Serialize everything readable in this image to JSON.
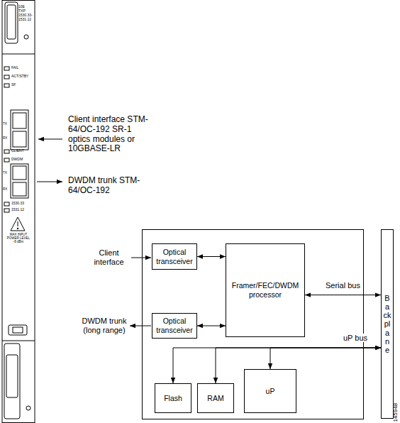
{
  "diagram": {
    "nodes": [
      {
        "text": [
          "Optical transceiver"
        ]
      },
      {
        "text": [
          "Framer/FEC/DWDM processor"
        ]
      },
      {
        "text": [
          "Optical transceiver"
        ]
      },
      {
        "text": [
          "Flash"
        ]
      },
      {
        "text": [
          "RAM"
        ]
      },
      {
        "text": [
          "uP"
        ]
      },
      {
        "text": [
          "Backplane"
        ]
      }
    ],
    "edges": [
      {
        "from": 0,
        "to": 1,
        "arrow": "both"
      },
      {
        "from": 2,
        "to": 1,
        "arrow": "both"
      },
      {
        "from": 1,
        "to": 6,
        "arrow": "both",
        "label": "Serial bus"
      },
      {
        "from": 6,
        "to": 3,
        "arrow": "both",
        "label": "uP bus"
      },
      {
        "from": 6,
        "to": 4,
        "arrow": "both"
      },
      {
        "from": 6,
        "to": 5,
        "arrow": "both"
      }
    ],
    "labels": [
      "10E",
      "TXP",
      "1530.33-",
      "1531.12",
      "FAIL",
      "ACT/STBY",
      "SF",
      "TX",
      "RX",
      "CLIENT",
      "DWDM",
      "TX",
      "RX",
      "1530.33",
      "1531.12",
      "MAX INPUT POWER LEVEL -8 dBm",
      "Client interface STM-64/OC-192 SR-1 optics modules or 10GBASE-LR",
      "DWDM trunk STM-64/OC-192",
      "Client interface",
      "DWDM trunk (long range)",
      "145948"
    ]
  }
}
